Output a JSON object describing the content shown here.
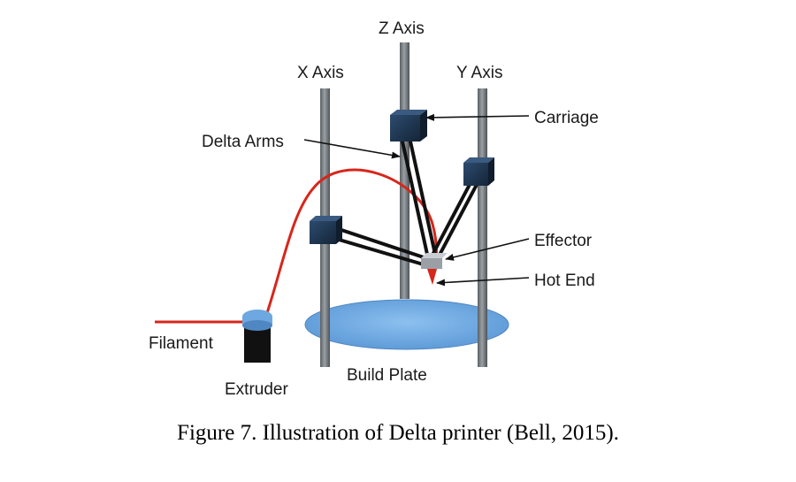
{
  "labels": {
    "z_axis": "Z Axis",
    "x_axis": "X Axis",
    "y_axis": "Y Axis",
    "carriage": "Carriage",
    "delta_arms": "Delta Arms",
    "effector": "Effector",
    "hot_end": "Hot End",
    "filament": "Filament",
    "extruder": "Extruder",
    "build_plate": "Build Plate"
  },
  "caption": "Figure 7. Illustration of Delta printer (Bell, 2015).",
  "colors": {
    "rod": "#6f7478",
    "carriage": "#1f3550",
    "arm": "#111111",
    "filament": "#d7261b",
    "build_plate": "#6ea8e0",
    "extruder": "#111111"
  }
}
